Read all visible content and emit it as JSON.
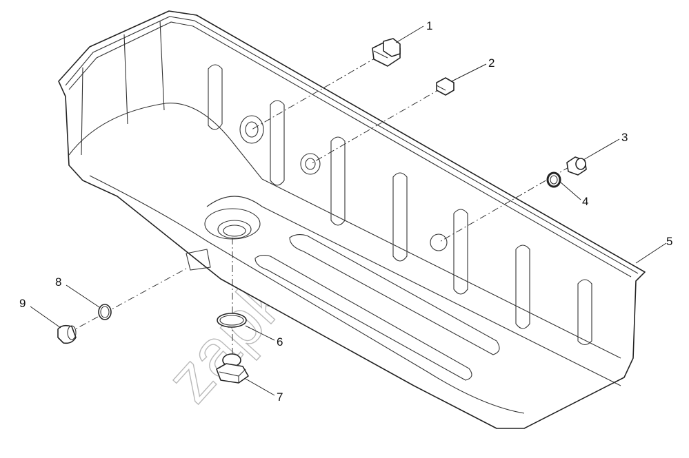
{
  "diagram": {
    "watermark": "zapkam.ru",
    "colors": {
      "line": "#222222",
      "watermark": "#b9b9b9",
      "background": "#ffffff"
    },
    "callouts": [
      {
        "id": "1",
        "label": "1"
      },
      {
        "id": "2",
        "label": "2"
      },
      {
        "id": "3",
        "label": "3"
      },
      {
        "id": "4",
        "label": "4"
      },
      {
        "id": "5",
        "label": "5"
      },
      {
        "id": "6",
        "label": "6"
      },
      {
        "id": "7",
        "label": "7"
      },
      {
        "id": "8",
        "label": "8"
      },
      {
        "id": "9",
        "label": "9"
      }
    ]
  }
}
